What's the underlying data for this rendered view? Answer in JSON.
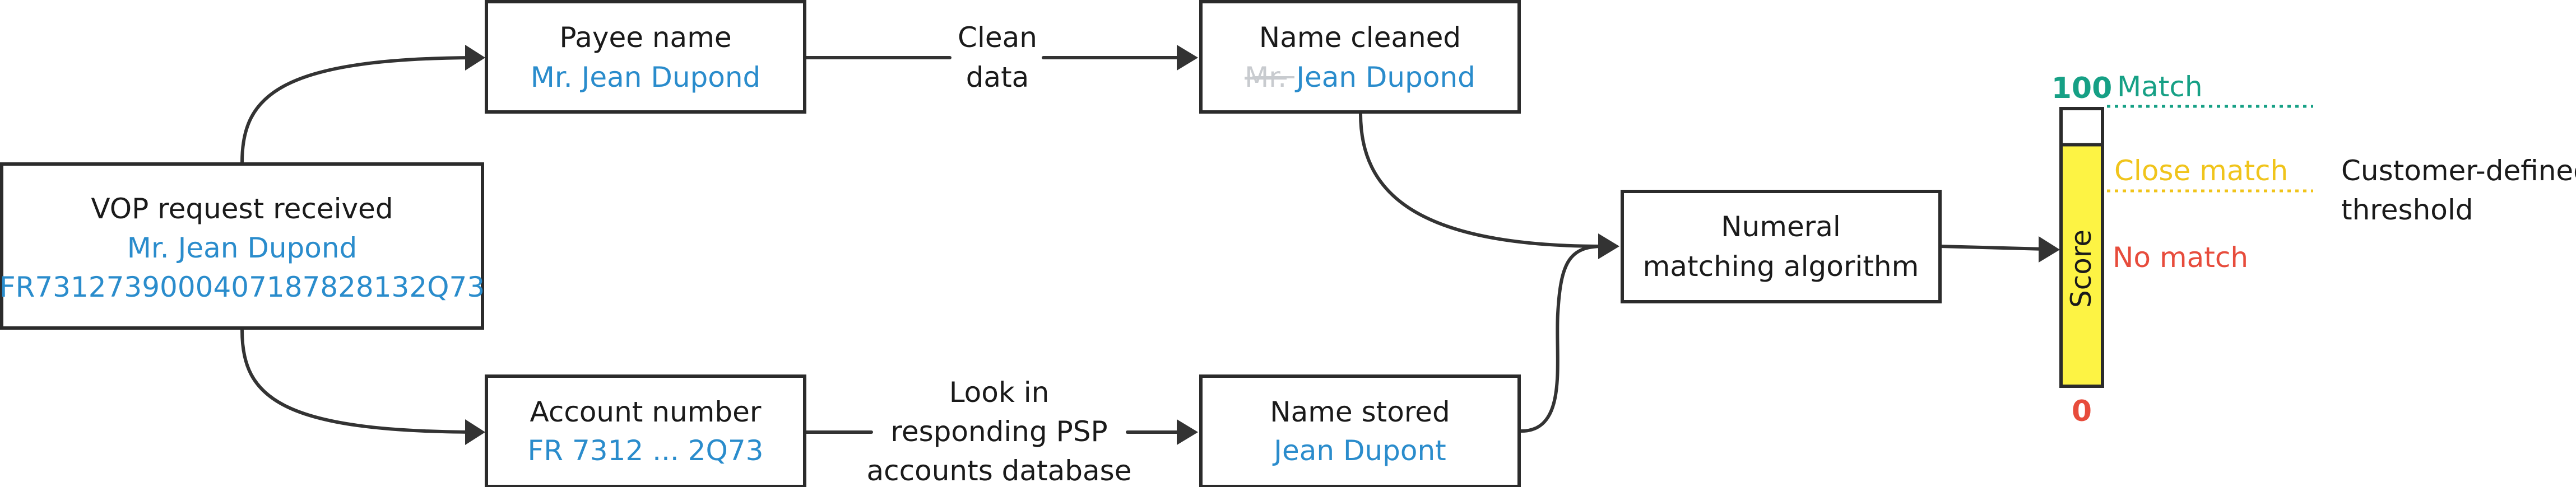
{
  "request": {
    "title": "VOP request received",
    "name": "Mr. Jean Dupond",
    "iban": "FR7312739000407187828132Q73"
  },
  "payee_box": {
    "title": "Payee name",
    "value": "Mr. Jean Dupond"
  },
  "account_box": {
    "title": "Account number",
    "value": "FR 7312 ... 2Q73"
  },
  "clean_label": {
    "line1": "Clean",
    "line2": "data"
  },
  "lookup_label": {
    "line1": "Look in",
    "line2": "responding PSP",
    "line3": "accounts database"
  },
  "cleaned_box": {
    "title": "Name cleaned",
    "removed": "Mr.",
    "value": "Jean Dupond"
  },
  "stored_box": {
    "title": "Name stored",
    "value": "Jean Dupont"
  },
  "algorithm_box": {
    "line1": "Numeral",
    "line2": "matching algorithm"
  },
  "score": {
    "label": "Score",
    "max_label": "100",
    "min_label": "0",
    "level_fraction": 0.87,
    "fill_color": "#fdf344",
    "match_label": "Match",
    "close_match_label": "Close match",
    "no_match_label": "No match"
  },
  "threshold": {
    "line1": "Customer-defined",
    "line2": "threshold"
  },
  "colors": {
    "blue_value": "#2a8ccc",
    "match": "#16a085",
    "close_match": "#f0c41b",
    "no_match": "#e74c3c"
  }
}
